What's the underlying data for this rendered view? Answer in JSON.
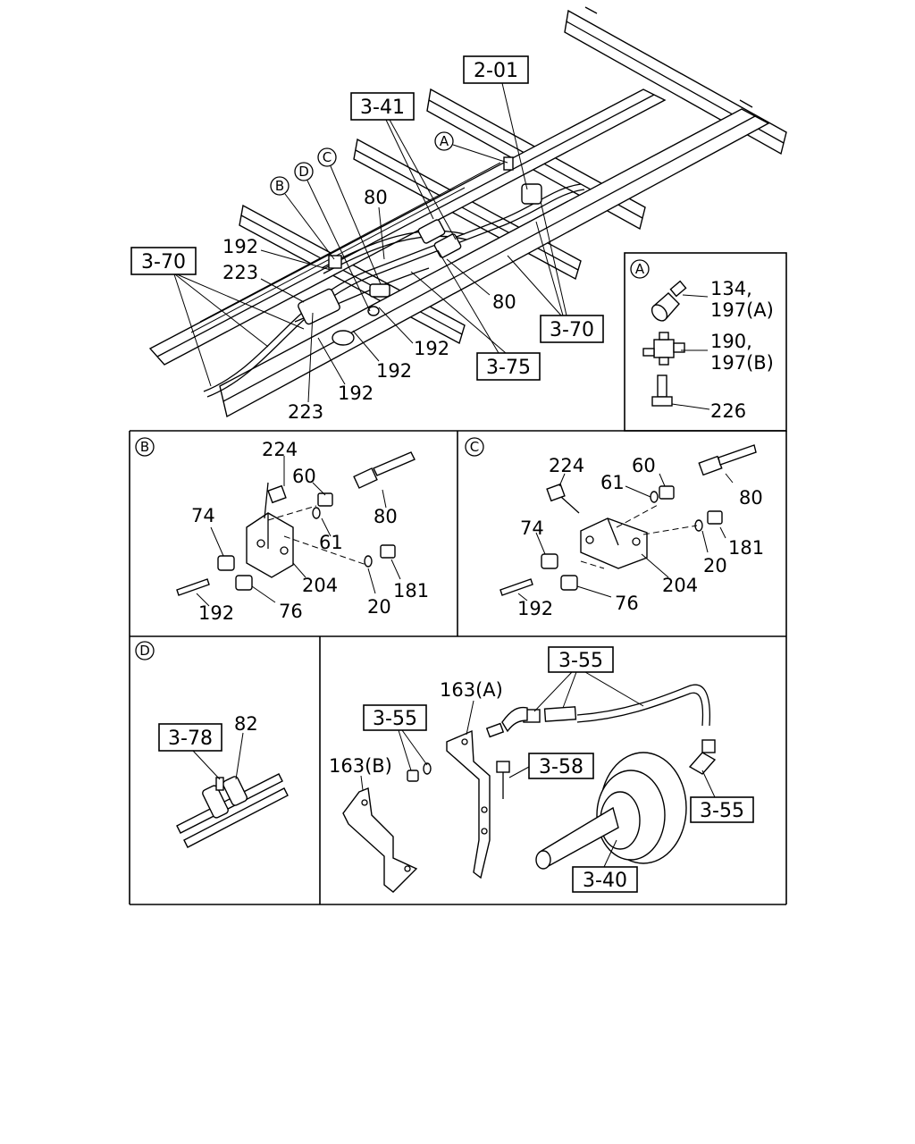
{
  "main_view": {
    "refs": {
      "r2_01": "2-01",
      "r3_41": "3-41",
      "r3_70_left": "3-70",
      "r3_70_right": "3-70",
      "r3_75": "3-75"
    },
    "circles": {
      "a": "A",
      "b": "B",
      "c": "C",
      "d": "D"
    },
    "parts": {
      "p80_top": "80",
      "p80_right": "80",
      "p192_top": "192",
      "p223_top": "223",
      "p192_r1": "192",
      "p192_r2": "192",
      "p192_bottom": "192",
      "p223_bottom": "223"
    }
  },
  "panel_a": {
    "circle": "A",
    "labels": {
      "l1a": "134,",
      "l1b": "197(A)",
      "l2a": "190,",
      "l2b": "197(B)",
      "l3": "226"
    }
  },
  "panel_b": {
    "circle": "B",
    "labels": {
      "p224": "224",
      "p60": "60",
      "p80": "80",
      "p74": "74",
      "p61": "61",
      "p204": "204",
      "p181": "181",
      "p20": "20",
      "p192": "192",
      "p76": "76"
    }
  },
  "panel_c": {
    "circle": "C",
    "labels": {
      "p224": "224",
      "p60": "60",
      "p61": "61",
      "p80": "80",
      "p74": "74",
      "p181": "181",
      "p20": "20",
      "p204": "204",
      "p192": "192",
      "p76": "76"
    }
  },
  "panel_d": {
    "circle": "D",
    "labels": {
      "r3_78": "3-78",
      "p82": "82"
    }
  },
  "panel_e": {
    "labels": {
      "r3_55_top": "3-55",
      "p163a": "163(A)",
      "r3_55_left": "3-55",
      "p163b": "163(B)",
      "r3_58": "3-58",
      "r3_55_right": "3-55",
      "r3_40": "3-40"
    }
  }
}
